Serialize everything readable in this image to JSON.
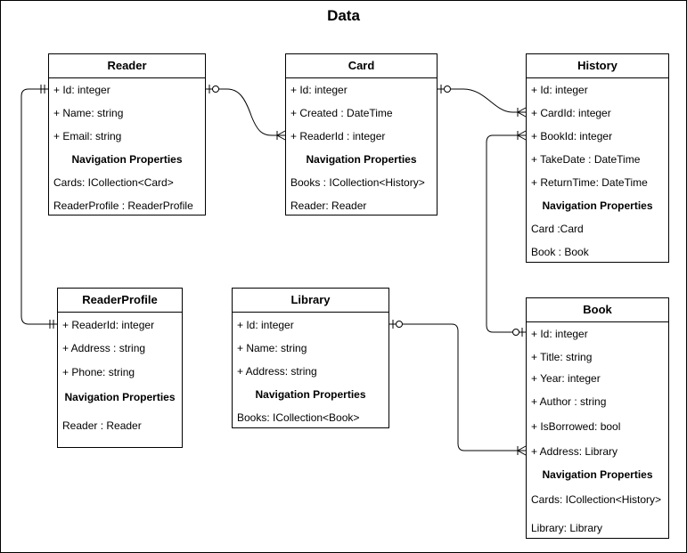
{
  "diagram": {
    "title": "Data",
    "entities": [
      {
        "key": "reader",
        "name": "Reader",
        "rows": [
          {
            "text": "+ Id: integer"
          },
          {
            "text": "+ Name: string"
          },
          {
            "text": "+ Email: string"
          },
          {
            "text": "Navigation Properties",
            "nav": true
          },
          {
            "text": "Cards: ICollection<Card>"
          },
          {
            "text": "ReaderProfile  : ReaderProfile"
          }
        ]
      },
      {
        "key": "card",
        "name": "Card",
        "rows": [
          {
            "text": "+ Id: integer"
          },
          {
            "text": "+ Created : DateTime"
          },
          {
            "text": "+ ReaderId : integer"
          },
          {
            "text": "Navigation Properties",
            "nav": true
          },
          {
            "text": "Books :  ICollection<History>"
          },
          {
            "text": "Reader:  Reader"
          }
        ]
      },
      {
        "key": "history",
        "name": "History",
        "rows": [
          {
            "text": "+ Id: integer"
          },
          {
            "text": "+ CardId: integer"
          },
          {
            "text": "+ BookId: integer"
          },
          {
            "text": "+ TakeDate : DateTime"
          },
          {
            "text": "+ ReturnTime: DateTime"
          },
          {
            "text": "Navigation Properties",
            "nav": true
          },
          {
            "text": "Card :Card"
          },
          {
            "text": "Book : Book"
          }
        ]
      },
      {
        "key": "readerprofile",
        "name": "ReaderProfile",
        "rows": [
          {
            "text": "+ ReaderId: integer"
          },
          {
            "text": "+ Address : string"
          },
          {
            "text": "+ Phone: string"
          },
          {
            "text": "Navigation Properties",
            "nav": true
          },
          {
            "text": "Reader : Reader"
          }
        ]
      },
      {
        "key": "library",
        "name": "Library",
        "rows": [
          {
            "text": "+ Id: integer"
          },
          {
            "text": "+ Name: string"
          },
          {
            "text": "+ Address: string"
          },
          {
            "text": "Navigation Properties",
            "nav": true
          },
          {
            "text": "Books: ICollection<Book>"
          }
        ]
      },
      {
        "key": "book",
        "name": "Book",
        "rows": [
          {
            "text": "+ Id: integer"
          },
          {
            "text": "+ Title: string"
          },
          {
            "text": "+ Year: integer"
          },
          {
            "text": "+ Author : string"
          },
          {
            "text": "+ IsBorrowed: bool"
          },
          {
            "text": "+ Address: Library"
          },
          {
            "text": "Navigation Properties",
            "nav": true
          },
          {
            "text": "Cards: ICollection<History>"
          },
          {
            "text": "Library: Library"
          }
        ]
      }
    ]
  }
}
